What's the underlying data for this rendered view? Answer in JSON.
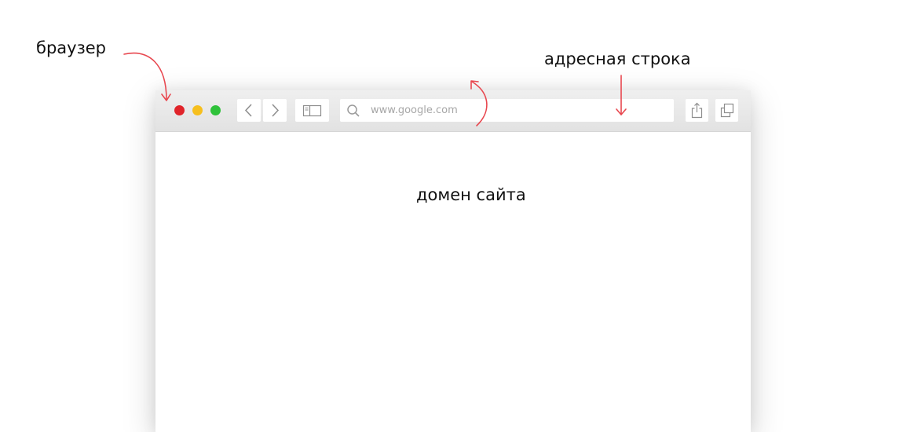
{
  "labels": {
    "browser": "браузер",
    "address_bar": "адресная строка",
    "domain": "домен сайта"
  },
  "address_bar": {
    "url": "www.google.com",
    "icon": "search-icon"
  },
  "toolbar": {
    "icons": [
      "back-arrow-icon",
      "forward-arrow-icon",
      "sidebar-icon",
      "share-icon",
      "tabs-icon"
    ]
  },
  "colors": {
    "close": "#e0242a",
    "minimize": "#f6bf1e",
    "maximize": "#2fc23a",
    "arrow": "#e8474f"
  }
}
